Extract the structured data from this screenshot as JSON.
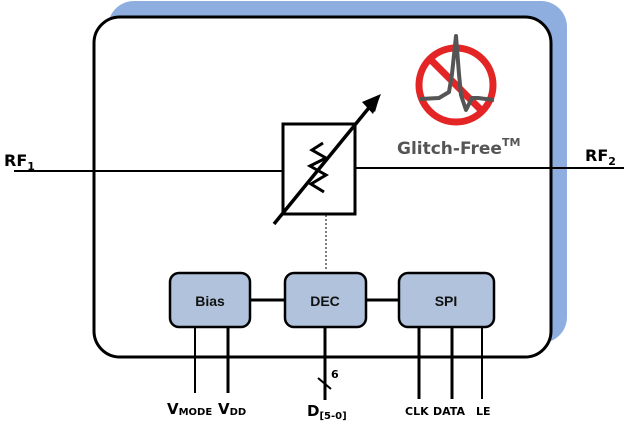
{
  "diagram": {
    "title": "Digital Step Attenuator Block Diagram",
    "colors": {
      "shadow": "#8eaee0",
      "block_fill": "#b1c2dc",
      "stroke": "#000000",
      "logo_red": "#e32525",
      "logo_gray": "#555555"
    },
    "ports": {
      "rf1": {
        "main": "RF",
        "sub": "1"
      },
      "rf2": {
        "main": "RF",
        "sub": "2"
      }
    },
    "blocks": {
      "bias": "Bias",
      "dec": "DEC",
      "spi": "SPI"
    },
    "logo": {
      "text": "Glitch-Free",
      "trademark": "TM"
    },
    "bus": {
      "width_label": "6"
    },
    "pins": {
      "vmode": {
        "main": "V",
        "sub": "MODE"
      },
      "vdd": {
        "main": "V",
        "sub": "DD"
      },
      "d": {
        "main": "D",
        "sub": "[5-0]"
      },
      "clk": "CLK",
      "data": "DATA",
      "le": "LE"
    }
  }
}
